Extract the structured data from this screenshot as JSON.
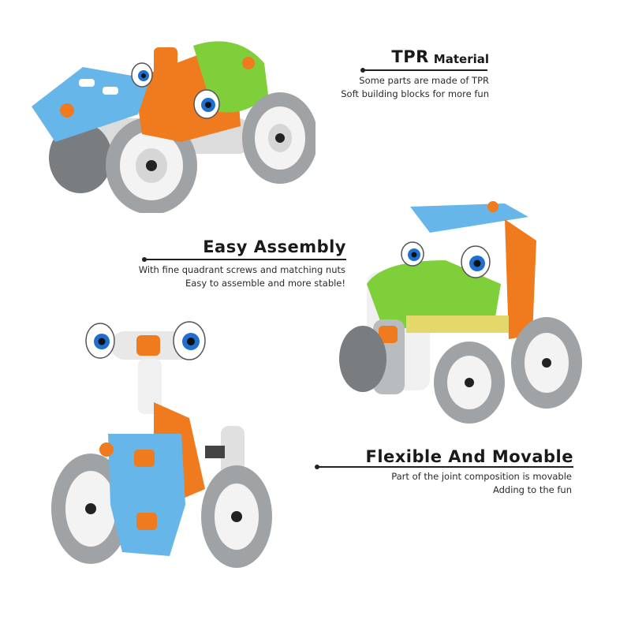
{
  "features": [
    {
      "title_big": "TPR",
      "title_small": "Material",
      "lines": [
        "Some parts are made of TPR",
        "Soft building blocks for more fun"
      ]
    },
    {
      "title_big": "Easy Assembly",
      "title_small": "",
      "lines": [
        "With fine quadrant screws and matching nuts",
        "Easy to assemble and more stable!"
      ]
    },
    {
      "title_big": "Flexible And Movable",
      "title_small": "",
      "lines": [
        "Part of the joint composition is movable",
        "Adding to the fun"
      ]
    }
  ],
  "colors": {
    "orange": "#f07a1e",
    "green": "#7fcf3a",
    "blue": "#5aaee6",
    "wheel": "#9c9fa3",
    "white_part": "#eeeeee"
  },
  "icons": [
    "race-car-toy",
    "truck-toy",
    "robot-trike-toy"
  ]
}
